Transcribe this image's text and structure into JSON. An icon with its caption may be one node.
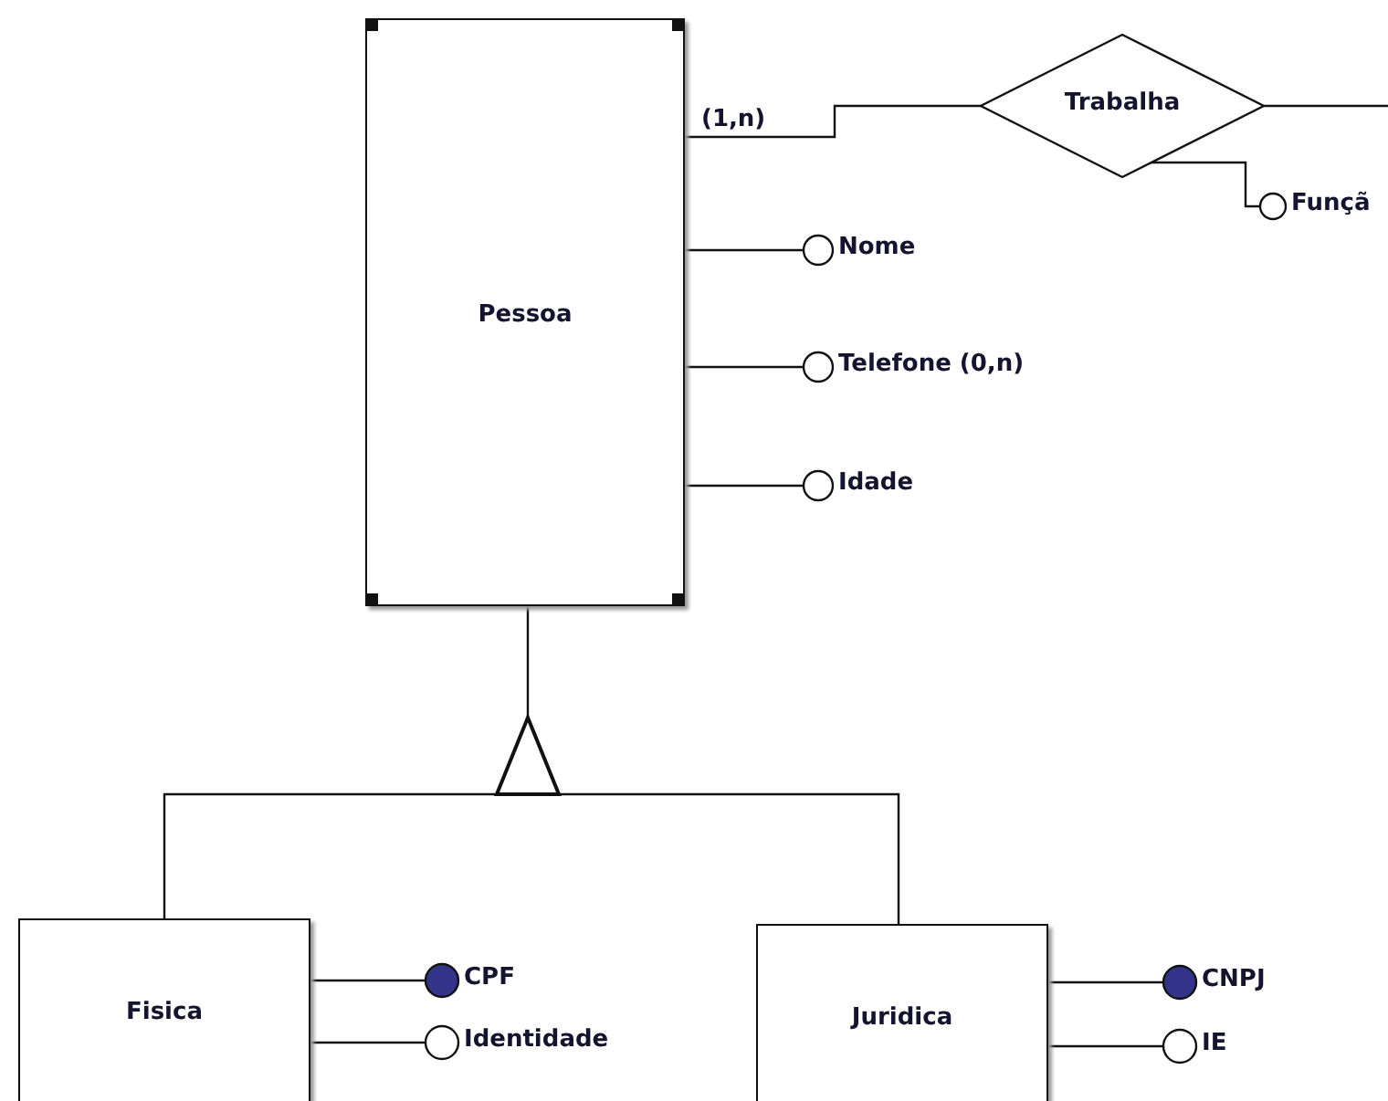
{
  "diagram": {
    "nodes": [
      {
        "text": [
          "Pessoa"
        ]
      },
      {
        "text": [
          "Trabalha"
        ]
      },
      {
        "text": [],
        "shape": "circle",
        "beside": [
          "Funçã"
        ]
      },
      {
        "text": [],
        "shape": "circle",
        "beside": [
          "Nome"
        ]
      },
      {
        "text": [],
        "shape": "circle",
        "beside": [
          "Telefone (0,n)"
        ]
      },
      {
        "text": [],
        "shape": "circle",
        "beside": [
          "Idade"
        ]
      },
      {
        "text": [],
        "shape": "triangle"
      },
      {
        "text": [
          "Fisica"
        ]
      },
      {
        "text": [],
        "shape": "dot",
        "beside": [
          "CPF"
        ]
      },
      {
        "text": [],
        "shape": "circle",
        "beside": [
          "Identidade"
        ]
      },
      {
        "text": [
          "Juridica"
        ]
      },
      {
        "text": [],
        "shape": "dot",
        "beside": [
          "CNPJ"
        ]
      },
      {
        "text": [],
        "shape": "circle",
        "beside": [
          "IE"
        ]
      }
    ],
    "edges": [
      {
        "from": 0,
        "to": 1,
        "arrow": "none",
        "label": "(1,n)"
      },
      {
        "from": 1,
        "to": null,
        "arrow": "none"
      },
      {
        "from": 1,
        "to": 2,
        "arrow": "none"
      },
      {
        "from": 0,
        "to": 3,
        "arrow": "none"
      },
      {
        "from": 0,
        "to": 4,
        "arrow": "none"
      },
      {
        "from": 0,
        "to": 5,
        "arrow": "none"
      },
      {
        "from": 0,
        "to": 6,
        "arrow": "none"
      },
      {
        "from": 6,
        "to": 7,
        "arrow": "none"
      },
      {
        "from": 6,
        "to": 10,
        "arrow": "none"
      },
      {
        "from": 7,
        "to": 8,
        "arrow": "none"
      },
      {
        "from": 7,
        "to": 9,
        "arrow": "none"
      },
      {
        "from": 10,
        "to": 11,
        "arrow": "none"
      },
      {
        "from": 10,
        "to": 12,
        "arrow": "none"
      }
    ]
  }
}
